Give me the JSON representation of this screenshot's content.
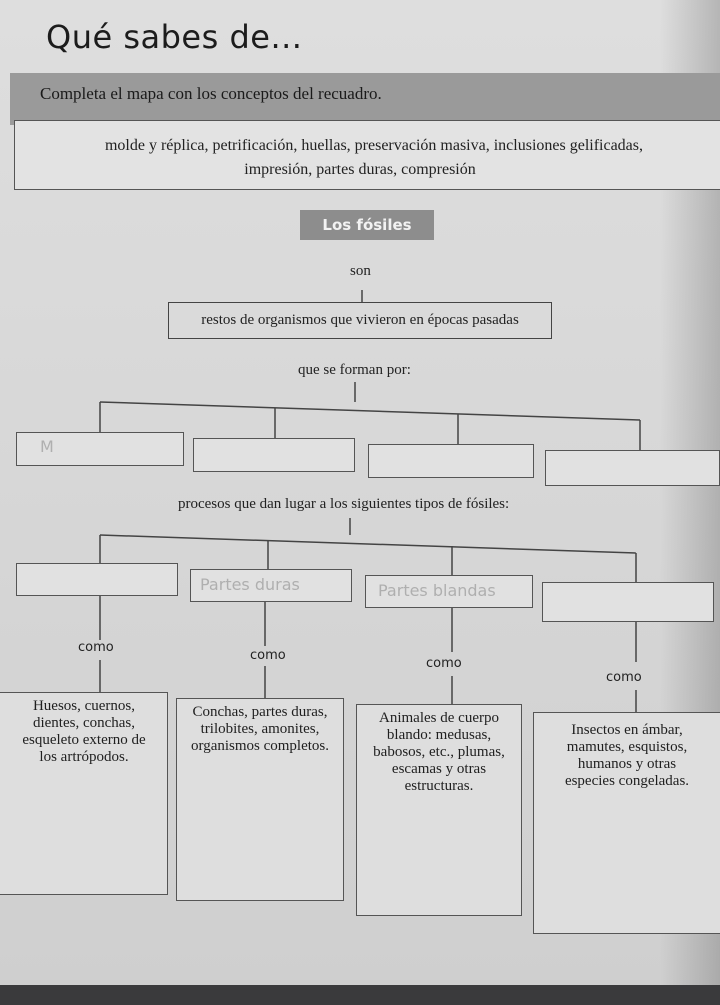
{
  "header": {
    "title": "Qué sabes de...",
    "instructions": "Completa el mapa con los conceptos del recuadro."
  },
  "concepts": {
    "line1": "molde y réplica, petrificación, huellas, preservación masiva, inclusiones gelificadas,",
    "line2": "impresión, partes duras, compresión"
  },
  "map": {
    "main_node": "Los fósiles",
    "link_son": "son",
    "definition": "restos de organismos que vivieron en épocas pasadas",
    "link_forman": "que se forman por:",
    "link_procesos": "procesos que dan lugar a los siguientes tipos de fósiles:",
    "link_como": "como",
    "process_boxes": [
      "",
      "",
      "",
      ""
    ],
    "type_boxes": [
      "",
      "",
      "",
      ""
    ],
    "handwritten": {
      "process_1": "M",
      "type_2": "Partes duras",
      "type_3": "Partes blandas"
    },
    "examples": [
      [
        "Huesos, cuernos,",
        "dientes, conchas,",
        "esqueleto externo de",
        "los artrópodos."
      ],
      [
        "Conchas, partes duras,",
        "trilobites, amonites,",
        "organismos completos."
      ],
      [
        "Animales de cuerpo",
        "blando: medusas,",
        "babosos, etc., plumas,",
        "escamas y otras",
        "estructuras."
      ],
      [
        "Insectos en ámbar,",
        "mamutes, esquistos,",
        "humanos y otras",
        "especies congeladas."
      ]
    ]
  }
}
